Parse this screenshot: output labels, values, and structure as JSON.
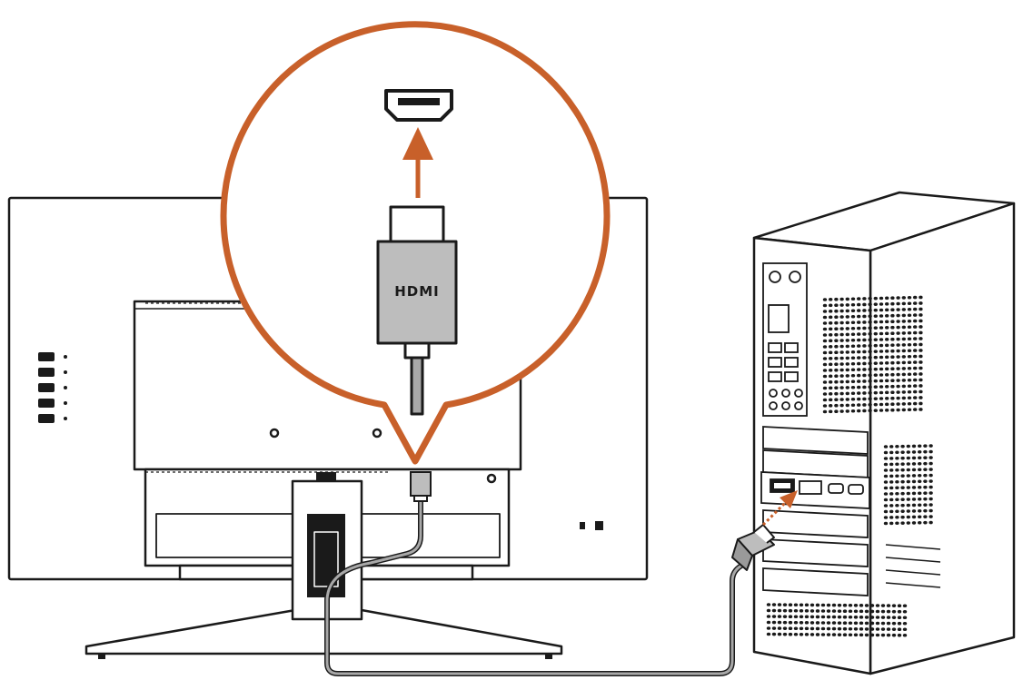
{
  "diagram": {
    "plug_label": "HDMI",
    "colors": {
      "accent": "#c8602a",
      "line": "#1a1a1a",
      "plug_fill": "#bdbdbd",
      "cable_fill": "#a8a8a8"
    },
    "icons": [
      "hdmi-port-icon",
      "arrow-up-icon",
      "hdmi-plug-icon",
      "monitor",
      "pc-tower",
      "hdmi-cable"
    ]
  }
}
